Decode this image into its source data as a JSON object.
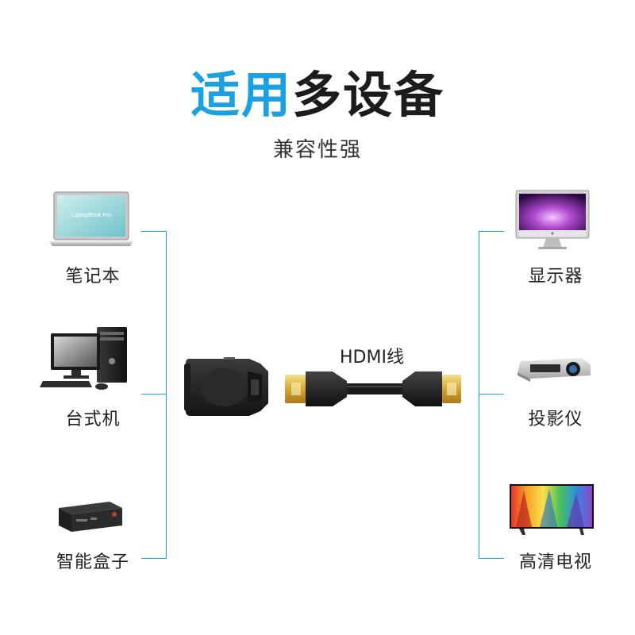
{
  "header": {
    "title_highlight": "适用",
    "title_rest": "多设备",
    "subtitle": "兼容性强"
  },
  "left_devices": [
    {
      "label": "笔记本",
      "icon": "laptop-icon",
      "screen_text": "LaptopBook Pro"
    },
    {
      "label": "台式机",
      "icon": "desktop-computer-icon"
    },
    {
      "label": "智能盒子",
      "icon": "smart-box-icon"
    }
  ],
  "right_devices": [
    {
      "label": "显示器",
      "icon": "monitor-icon"
    },
    {
      "label": "投影仪",
      "icon": "projector-icon"
    },
    {
      "label": "高清电视",
      "icon": "hdtv-icon"
    }
  ],
  "center": {
    "cable_label": "HDMI线",
    "adapter_icon": "hdmi-female-adapter-icon",
    "cable_icon": "hdmi-cable-icon"
  },
  "colors": {
    "accent": "#1ba0e2",
    "text": "#222222"
  }
}
